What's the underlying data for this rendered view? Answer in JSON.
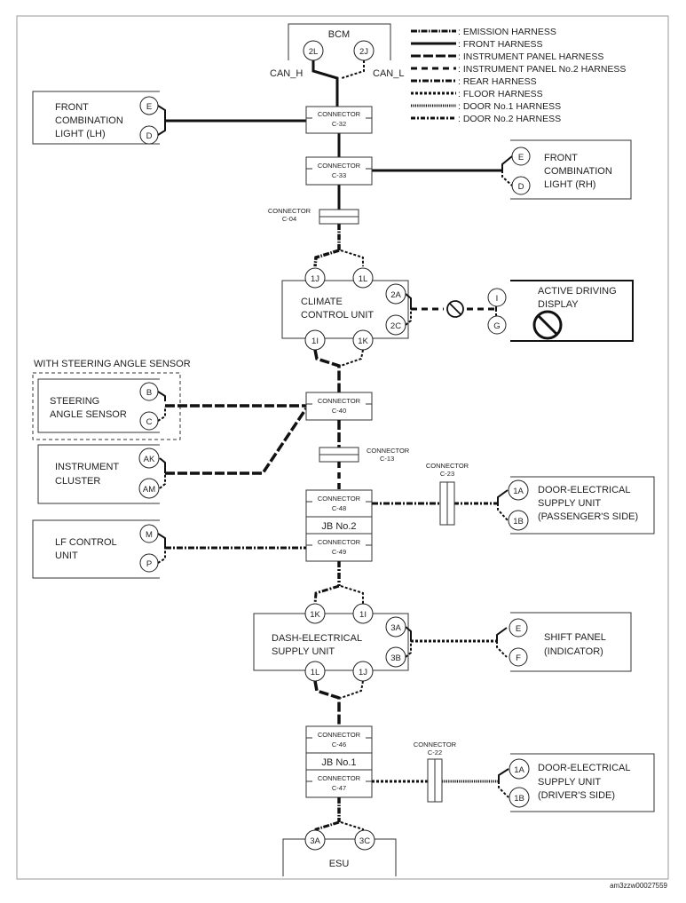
{
  "legend": [
    {
      "label": ": EMISSION HARNESS",
      "style": "emission"
    },
    {
      "label": ": FRONT HARNESS",
      "style": "front"
    },
    {
      "label": ": INSTRUMENT PANEL HARNESS",
      "style": "ip"
    },
    {
      "label": ": INSTRUMENT PANEL No.2 HARNESS",
      "style": "ip2"
    },
    {
      "label": ": REAR HARNESS",
      "style": "rear"
    },
    {
      "label": ": FLOOR HARNESS",
      "style": "floor"
    },
    {
      "label": ": DOOR No.1 HARNESS",
      "style": "door1"
    },
    {
      "label": ": DOOR No.2 HARNESS",
      "style": "door2"
    }
  ],
  "bcm": {
    "title": "BCM",
    "pin_left": "2L",
    "pin_right": "2J",
    "can_h": "CAN_H",
    "can_l": "CAN_L"
  },
  "front_light_lh": {
    "line1": "FRONT",
    "line2": "COMBINATION",
    "line3": "LIGHT (LH)",
    "pin1": "E",
    "pin2": "D"
  },
  "front_light_rh": {
    "line1": "FRONT",
    "line2": "COMBINATION",
    "line3": "LIGHT (RH)",
    "pin1": "E",
    "pin2": "D"
  },
  "connector_word": "CONNECTOR",
  "connectors": {
    "c32": "C-32",
    "c33": "C-33",
    "c04": "C-04",
    "c40": "C-40",
    "c13": "C-13",
    "c23": "C-23",
    "c48": "C-48",
    "c49": "C-49",
    "c46": "C-46",
    "c47": "C-47",
    "c22": "C-22"
  },
  "climate": {
    "line1": "CLIMATE",
    "line2": "CONTROL UNIT",
    "pin_top_left": "1J",
    "pin_top_right": "1L",
    "pin_bot_left": "1I",
    "pin_bot_right": "1K",
    "pin_side_top": "2A",
    "pin_side_bot": "2C"
  },
  "adisplay": {
    "line1": "ACTIVE DRIVING",
    "line2": "DISPLAY",
    "pin1": "I",
    "pin2": "G"
  },
  "steering_group_label": "WITH STEERING ANGLE SENSOR",
  "steering": {
    "line1": "STEERING",
    "line2": "ANGLE SENSOR",
    "pin1": "B",
    "pin2": "C"
  },
  "cluster": {
    "line1": "INSTRUMENT",
    "line2": "CLUSTER",
    "pin1": "AK",
    "pin2": "AM"
  },
  "lf_control": {
    "line1": "LF CONTROL",
    "line2": "UNIT",
    "pin1": "M",
    "pin2": "P"
  },
  "jb2": "JB No.2",
  "jb1": "JB No.1",
  "door_pass": {
    "line1": "DOOR-ELECTRICAL",
    "line2": "SUPPLY UNIT",
    "line3": "(PASSENGER'S SIDE)",
    "pin1": "1A",
    "pin2": "1B"
  },
  "door_drv": {
    "line1": "DOOR-ELECTRICAL",
    "line2": "SUPPLY UNIT",
    "line3": "(DRIVER'S SIDE)",
    "pin1": "1A",
    "pin2": "1B"
  },
  "dash": {
    "line1": "DASH-ELECTRICAL",
    "line2": "SUPPLY UNIT",
    "pin_top_left": "1K",
    "pin_top_right": "1I",
    "pin_bot_left": "1L",
    "pin_bot_right": "1J",
    "pin_side_top": "3A",
    "pin_side_bot": "3B"
  },
  "shift_panel": {
    "line1": "SHIFT PANEL",
    "line2": "(INDICATOR)",
    "pin1": "E",
    "pin2": "F"
  },
  "esu": {
    "title": "ESU",
    "pin_left": "3A",
    "pin_right": "3C"
  },
  "figure_id": "am3zzw00027559"
}
